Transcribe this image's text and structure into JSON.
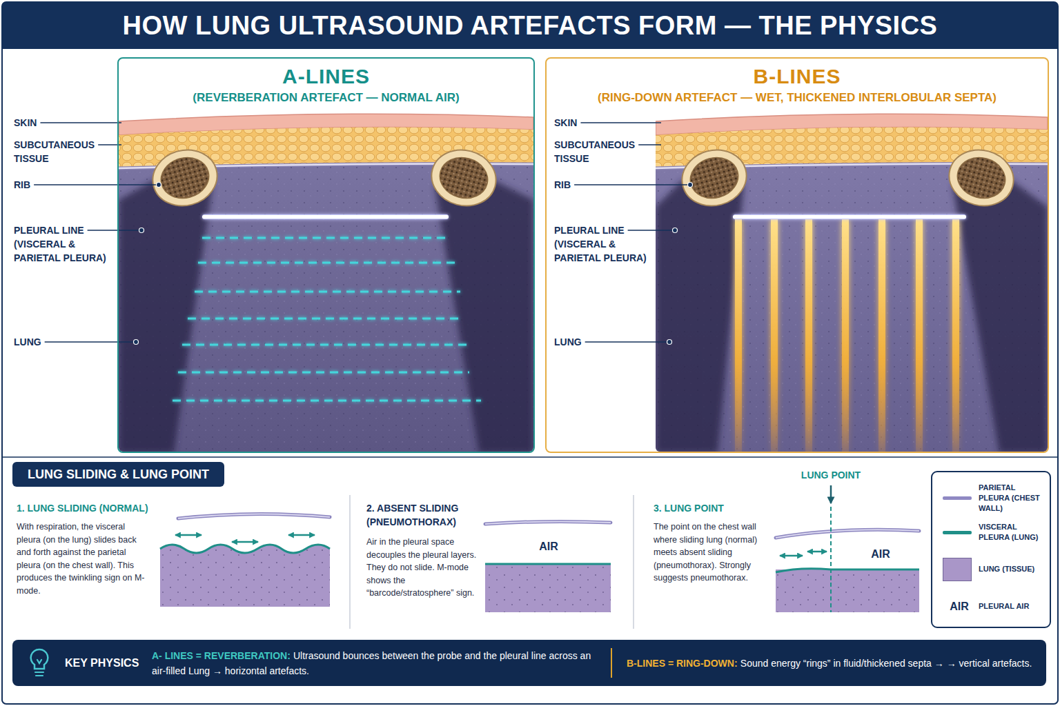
{
  "diagram": {
    "title": "HOW LUNG ULTRASOUND ARTEFACTS FORM — THE PHYSICS",
    "nodes": [
      {
        "text": [
          "A-LINES",
          "(REVERBERATION ARTEFACT — NORMAL AIR)"
        ]
      },
      {
        "text": [
          "B-LINES",
          "(RING-DOWN ARTEFACT — WET, THICKENED INTERLOBULAR SEPTA)"
        ]
      },
      {
        "text": [
          "LUNG SLIDING & LUNG POINT"
        ]
      },
      {
        "text": [
          "KEY PHYSICS",
          "A- LINES = REVERBERATION:",
          "Ultrasound bounces between the probe and the pleural line across an air-filled Lung → horizontal artefacts.",
          "B-LINES = RING-DOWN:",
          "Sound energy “rings” in fluid/thickened septa → → vertical artefacts."
        ]
      }
    ],
    "labels": [
      "SKIN",
      "SUBCUTANEOUS TISSUE",
      "RIB",
      "PLEURAL LINE (VISCERAL & PARIETAL PLEURA)",
      "LUNG",
      "SKIN",
      "SUBCUTANEOUS TISSUE",
      "RIB",
      "PLEURAL LINE (VISCERAL & PARIETAL PLEURA)",
      "LUNG",
      "1. LUNG SLIDING (NORMAL)",
      "With respiration, the visceral pleura (on the lung) slides back and forth against the parietal pleura (on the chest wall). This produces the twinkling sign on M-mode.",
      "2. ABSENT SLIDING (PNEUMOTHORAX)",
      "Air in the pleural space decouples the pleural layers. They do not slide. M-mode shows the “barcode/stratosphere” sign.",
      "AIR",
      "3. LUNG POINT",
      "The point on the chest wall where sliding lung (normal) meets absent sliding (pneumothorax). Strongly suggests pneumothorax.",
      "LUNG POINT",
      "AIR",
      "AIR"
    ],
    "legend": [
      {
        "text": "PARIETAL PLEURA (CHEST WALL)"
      },
      {
        "text": "VISCERAL PLEURA (LUNG)"
      },
      {
        "text": "LUNG (TISSUE)",
        "color": "#a996c8"
      },
      {
        "text": "PLEURAL AIR"
      }
    ]
  }
}
